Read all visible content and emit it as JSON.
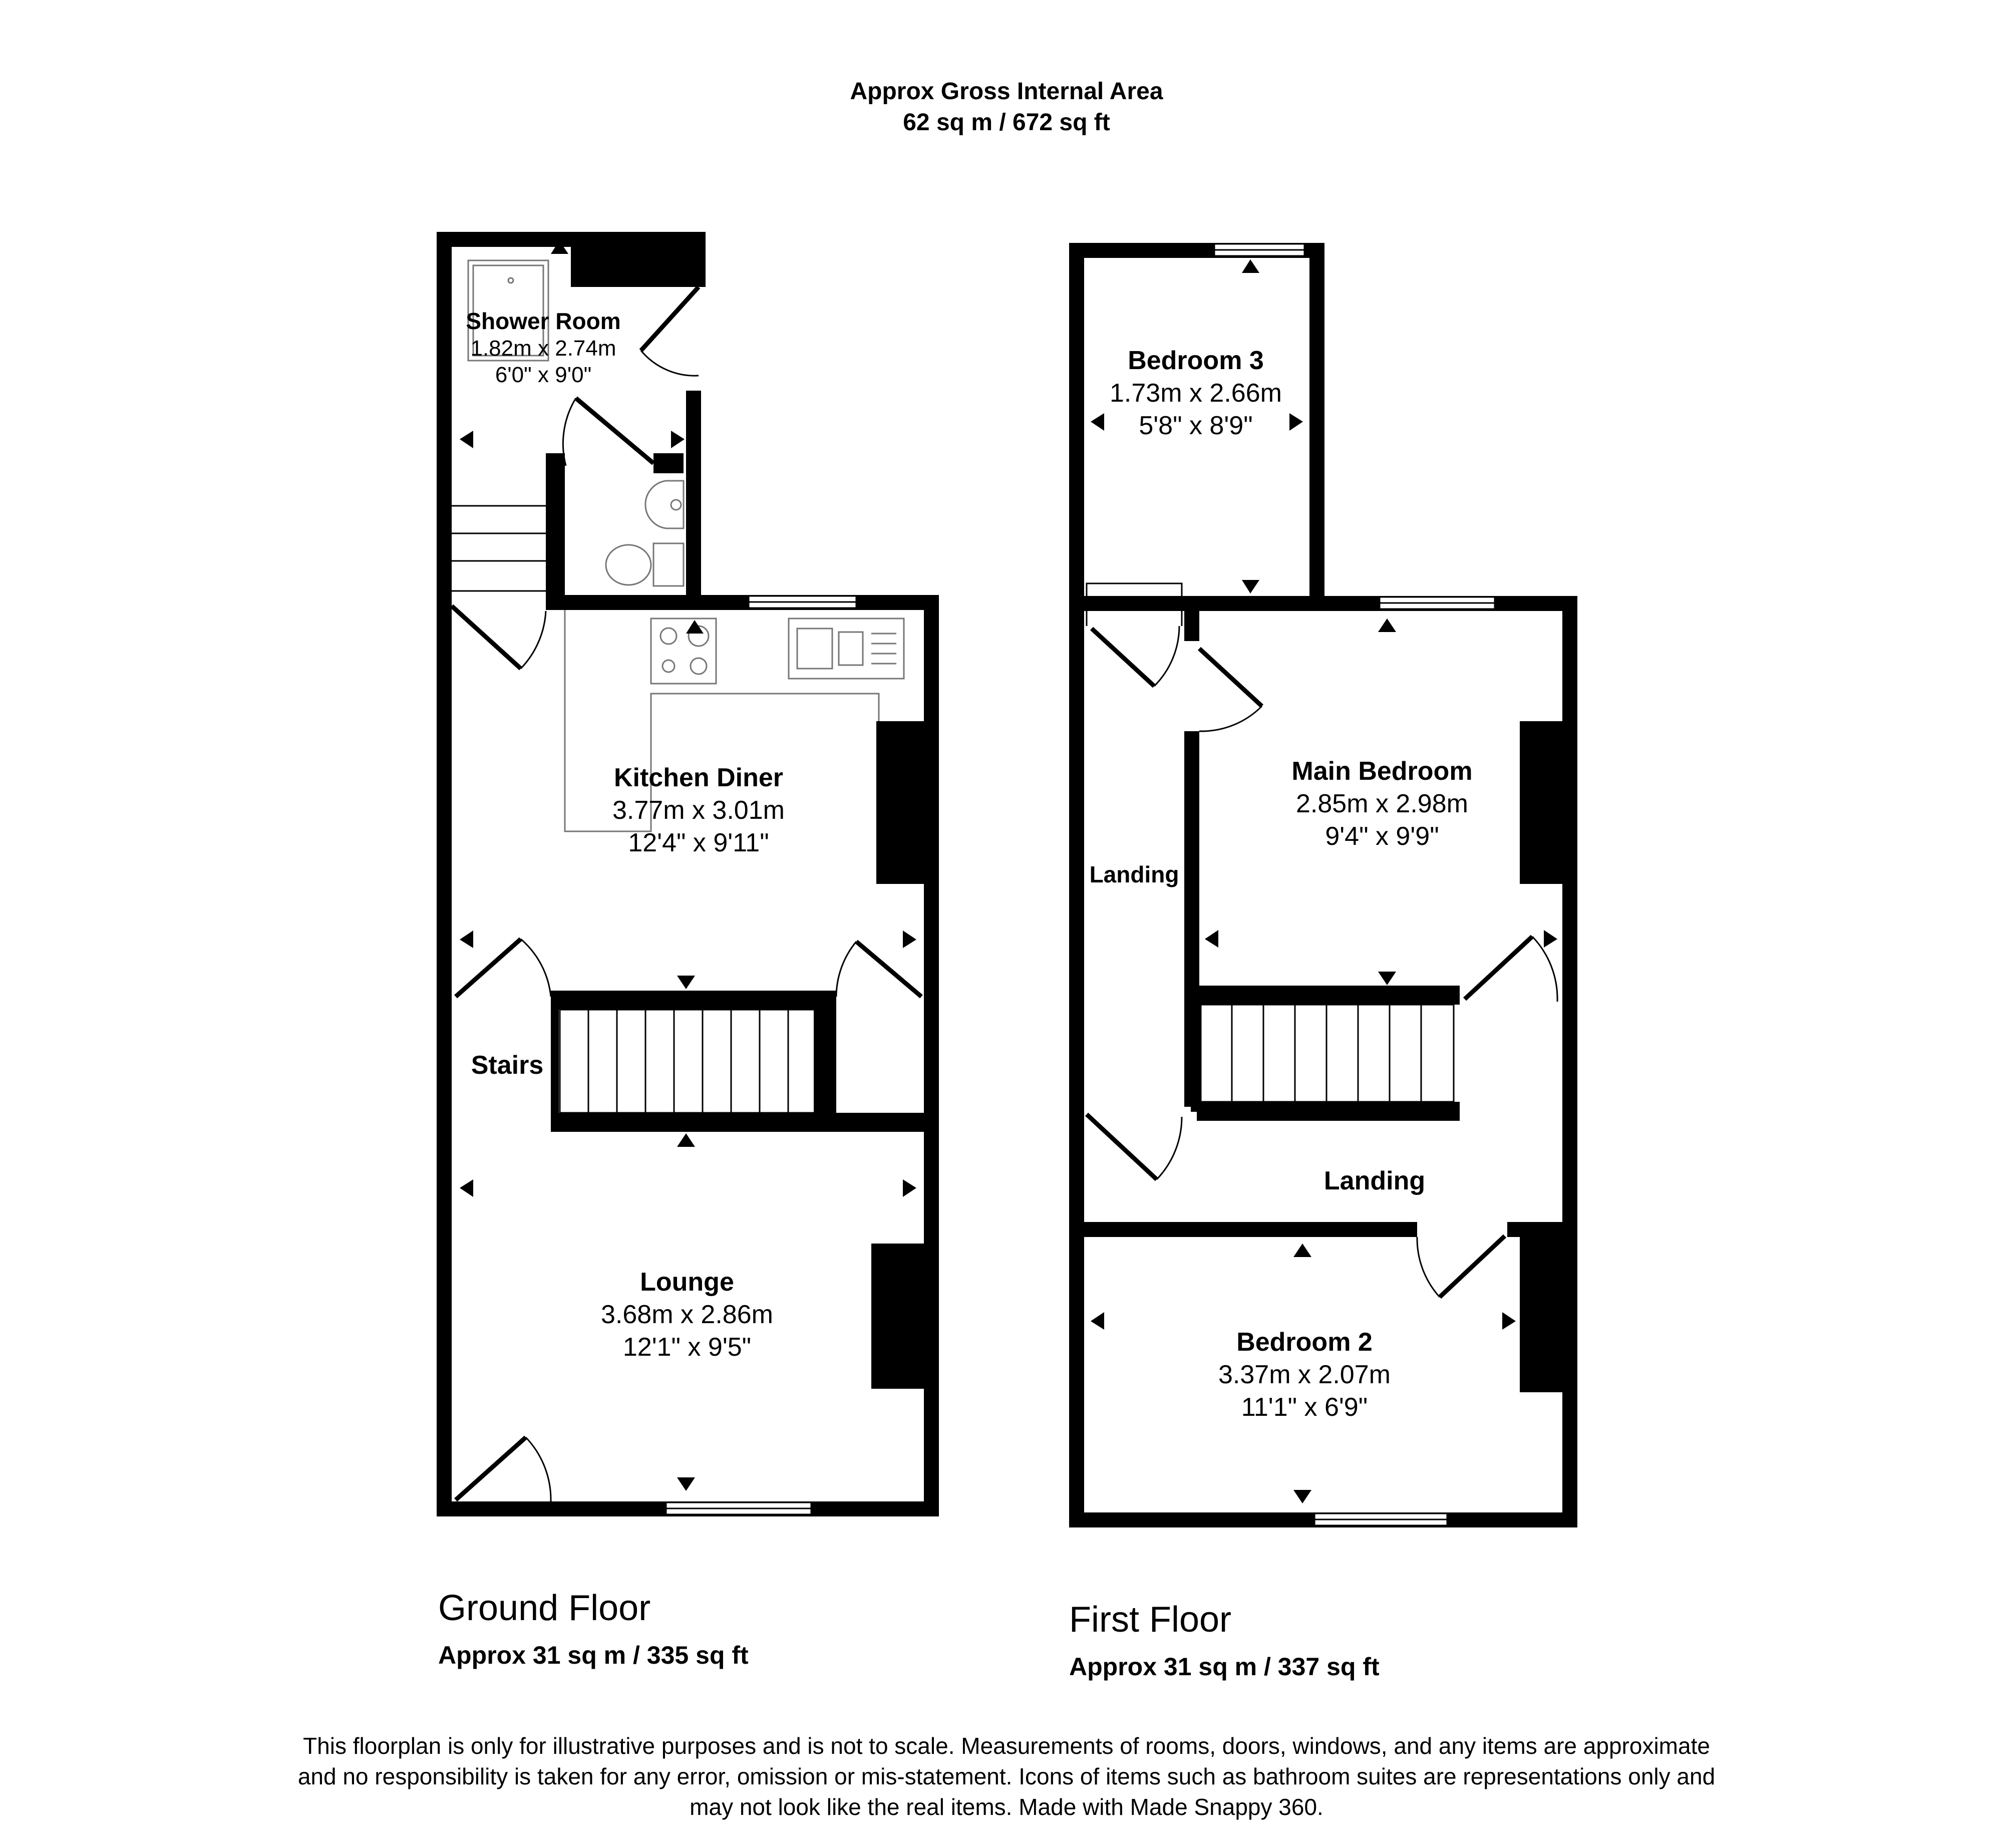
{
  "header": {
    "title": "Approx Gross Internal Area",
    "total_area": "62 sq m / 672 sq ft"
  },
  "ground_floor": {
    "name": "Ground Floor",
    "area": "Approx 31 sq m / 335 sq ft",
    "rooms": {
      "shower_room": {
        "name": "Shower Room",
        "metric": "1.82m x 2.74m",
        "imperial": "6'0\" x 9'0\""
      },
      "kitchen_diner": {
        "name": "Kitchen Diner",
        "metric": "3.77m x 3.01m",
        "imperial": "12'4\" x 9'11\""
      },
      "stairs": {
        "name": "Stairs"
      },
      "lounge": {
        "name": "Lounge",
        "metric": "3.68m x 2.86m",
        "imperial": "12'1\" x 9'5\""
      }
    }
  },
  "first_floor": {
    "name": "First Floor",
    "area": "Approx 31 sq m / 337 sq ft",
    "rooms": {
      "bedroom_3": {
        "name": "Bedroom 3",
        "metric": "1.73m x 2.66m",
        "imperial": "5'8\" x 8'9\""
      },
      "main_bedroom": {
        "name": "Main Bedroom",
        "metric": "2.85m x 2.98m",
        "imperial": "9'4\" x 9'9\""
      },
      "landing_side": {
        "name": "Landing"
      },
      "landing": {
        "name": "Landing"
      },
      "bedroom_2": {
        "name": "Bedroom 2",
        "metric": "3.37m x 2.07m",
        "imperial": "11'1\" x 6'9\""
      }
    }
  },
  "disclaimer": {
    "line1": "This floorplan is only for illustrative purposes and is not to scale. Measurements of rooms, doors, windows, and any items are approximate",
    "line2": "and no responsibility is taken for any error, omission or mis-statement. Icons of items such as bathroom suites are representations only and",
    "line3": "may not look like the real items. Made with Made Snappy 360."
  }
}
